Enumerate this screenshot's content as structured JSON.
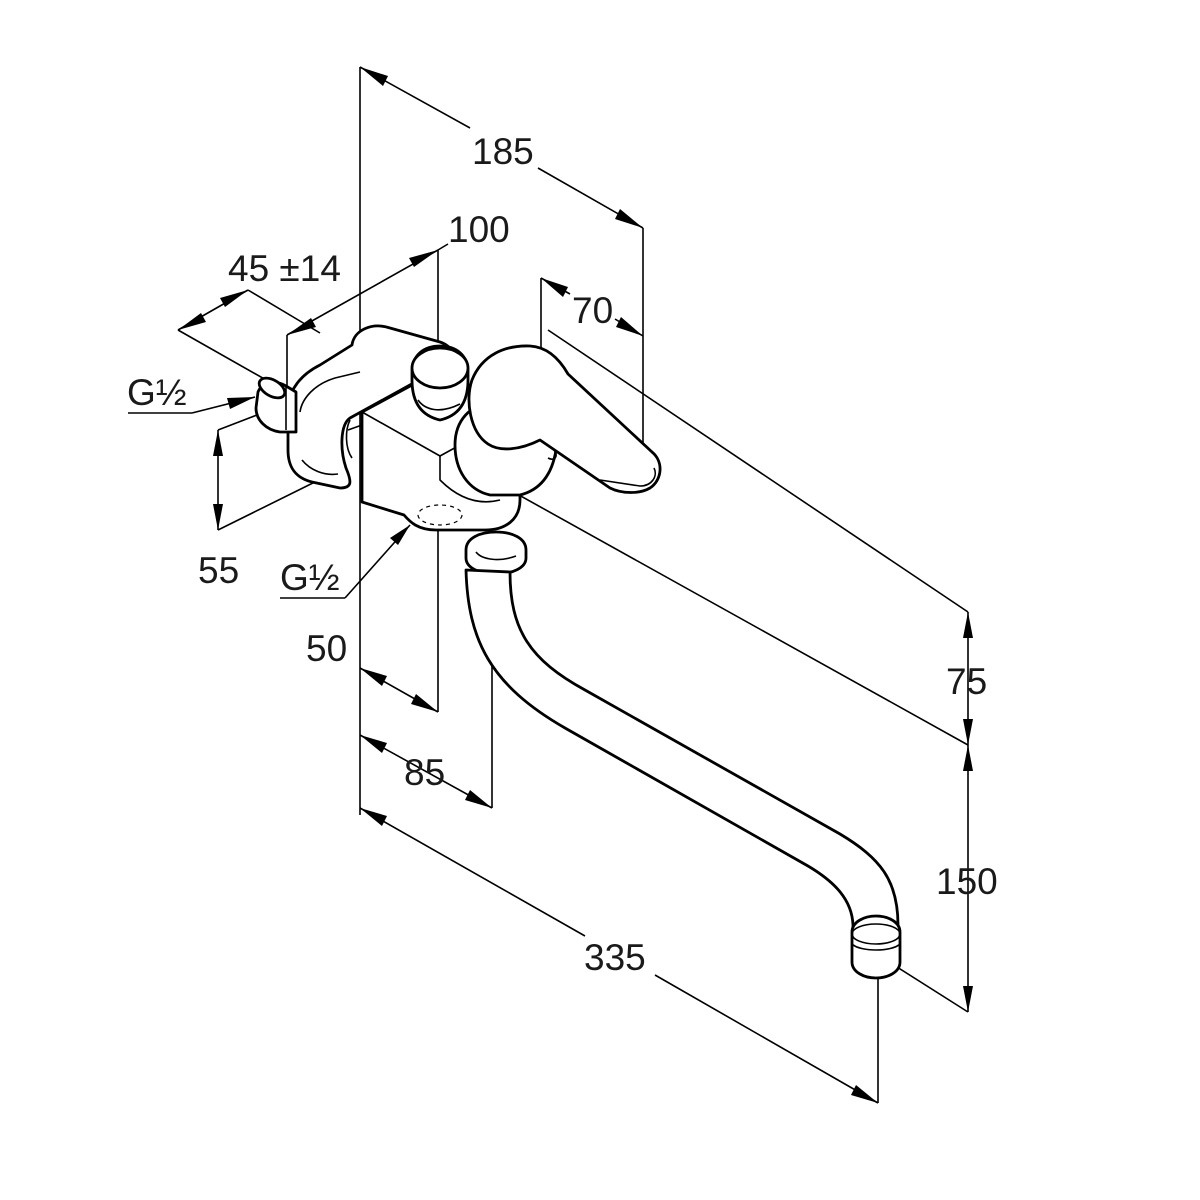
{
  "dimensions": {
    "overall_height": "185",
    "centre_distance": "100",
    "eccentric": "45 ±14",
    "handle": "70",
    "inlet_thread_left": "G½",
    "inlet_thread_bottom": "G½",
    "inlet_height": "55",
    "inlet_offset": "50",
    "spout_offset": "85",
    "spout_reach": "335",
    "spout_top": "75",
    "spout_height": "150"
  }
}
